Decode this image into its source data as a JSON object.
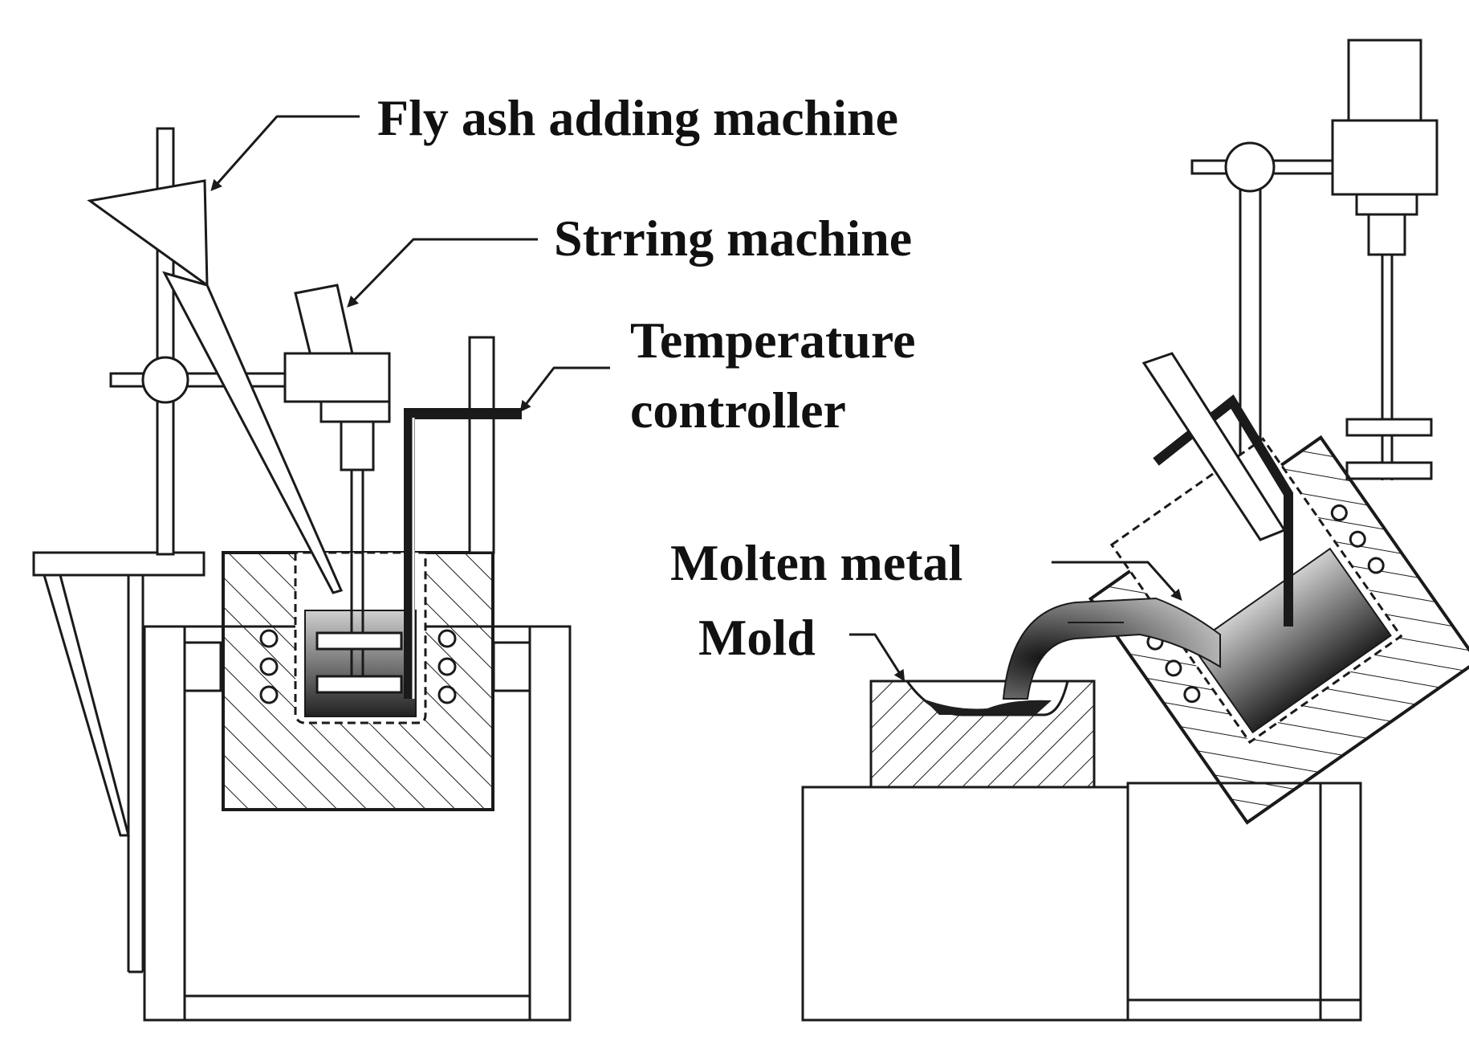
{
  "labels": {
    "fly_ash": "Fly ash adding machine",
    "stirring": "Strring machine",
    "temp_line1": "Temperature",
    "temp_line2": "controller",
    "molten": "Molten metal",
    "mold": "Mold"
  },
  "colors": {
    "ink": "#1a1a1a",
    "melt_dark": "#222222",
    "melt_light": "#d9d9d9",
    "background": "#ffffff"
  }
}
